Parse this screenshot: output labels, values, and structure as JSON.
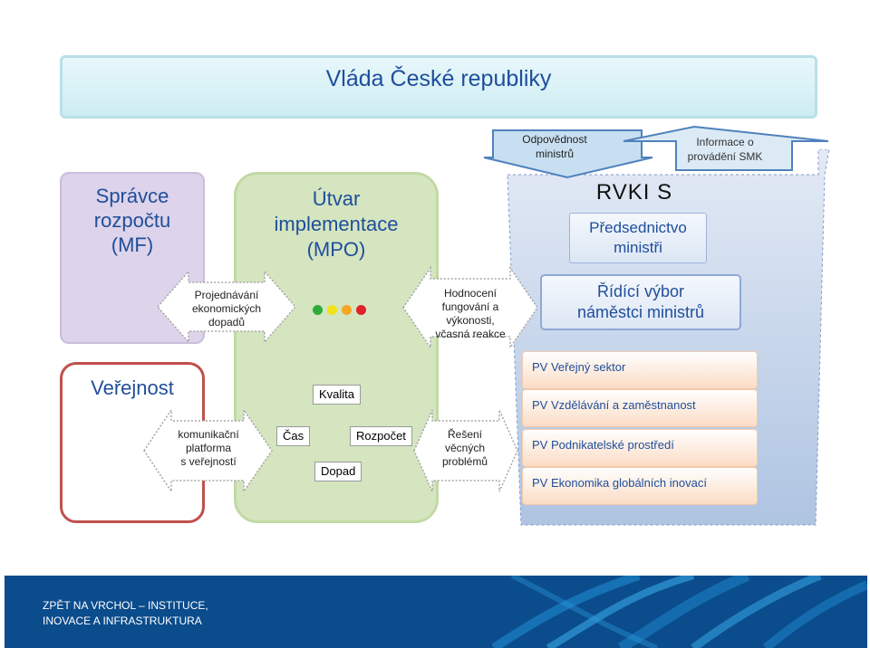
{
  "government": {
    "title": "Vláda České republiky"
  },
  "budget_admin": {
    "title_lines": [
      "Správce",
      "rozpočtu",
      "(MF)"
    ]
  },
  "implementation_unit": {
    "title_lines": [
      "Útvar",
      "implementace",
      "(MPO)"
    ]
  },
  "public": {
    "title": "Veřejnost"
  },
  "arrows": {
    "impact_discussion": [
      "Projednávání",
      "ekonomických",
      "dopadů"
    ],
    "evaluation": [
      "Hodnocení",
      "fungování a",
      "výkonosti,",
      "včasná reakce"
    ],
    "communication": [
      "komunikační",
      "platforma",
      "s veřejností"
    ],
    "solutions": [
      "Řešení",
      "věcných",
      "problémů"
    ],
    "ministers_responsibility": [
      "Odpovědnost",
      "ministrů"
    ],
    "smk_info": [
      "Informace o",
      "provádění SMK"
    ]
  },
  "criteria": {
    "quality": "Kvalita",
    "time": "Čas",
    "budget": "Rozpočet",
    "impact": "Dopad"
  },
  "status_lights": [
    "#2EAA3B",
    "#F2E21A",
    "#F5A623",
    "#E2222A"
  ],
  "rvkis": {
    "title": "RVKI S",
    "presidium_lines": [
      "Předsednictvo",
      "ministři"
    ],
    "steering_lines": [
      "Řídící výbor",
      "náměstci ministrů"
    ]
  },
  "working_groups": [
    "PV Veřejný sektor",
    "PV Vzdělávání a zaměstnanost",
    "PV Podnikatelské prostředí",
    "PV Ekonomika globálních inovací"
  ],
  "footer": {
    "lines": [
      "ZPĚT NA VRCHOL – INSTITUCE,",
      "INOVACE A INFRASTRUKTURA"
    ]
  }
}
